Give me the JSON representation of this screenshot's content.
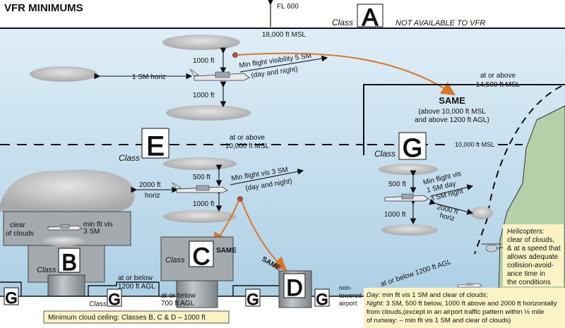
{
  "title": "VFR MINIMUMS",
  "fl600": "FL 600",
  "class_a": {
    "word": "Class",
    "letter": "A",
    "note": "NOT AVAILABLE TO VFR"
  },
  "msl_18000": "18,000 ft MSL",
  "upper": {
    "above": "1000 ft",
    "below": "1000 ft",
    "horiz": "1 SM horiz",
    "vis_line1": "Min flight visibility 5 SM",
    "vis_line2": "(day and night)"
  },
  "e_boundary": {
    "line1": "at or above",
    "line2": "10,000 ft MSL"
  },
  "class_e": {
    "word": "Class",
    "letter": "E"
  },
  "lower": {
    "above": "500 ft",
    "below": "1000 ft",
    "horiz1": "2000 ft",
    "horiz2": "horiz",
    "vis_line1": "Min flight vis 3 SM",
    "vis_line2": "(day and night)"
  },
  "g_upper": {
    "line1": "at or above",
    "line2": "14,500 ft MSL"
  },
  "same_big": {
    "title": "SAME",
    "line1": "(above 10,000 ft MSL",
    "line2": "and above 1200 ft AGL)"
  },
  "class_g": {
    "word": "Class",
    "letter": "G",
    "msl_10000": "10,000 ft MSL"
  },
  "g_box": {
    "above": "500 ft",
    "below": "1000 ft",
    "vis1": "Min flight vis",
    "vis2": "1 SM day",
    "vis3": "3 SM night",
    "h1": "2000 ft",
    "h2": "horiz"
  },
  "class_b": {
    "word": "Class",
    "letter": "B",
    "clear1": "clear",
    "clear2": "of clouds",
    "vis1": "min flt vis",
    "vis2": "3 SM"
  },
  "class_c": {
    "word": "Class",
    "letter": "C",
    "same": "SAME"
  },
  "class_d": {
    "letter": "D",
    "same": "SAME"
  },
  "g_labels": {
    "g1": "G",
    "g2": "G",
    "g3": "G",
    "g4": "G",
    "class_word": "Class"
  },
  "agl_1200": {
    "line1": "at or below",
    "line2": "1200 ft AGL"
  },
  "agl_700": {
    "line1": "at or below",
    "line2": "700 ft AGL"
  },
  "nontowered": {
    "line1": "non-",
    "line2": "towered",
    "line3": "airport"
  },
  "slope_label": "at or below 1200 ft AGL",
  "helicopters": {
    "title": "Helicopters:",
    "l1": "clear of clouds,",
    "l2": "& at a speed that",
    "l3": "allows adequate",
    "l4": "collision-avoid-",
    "l5": "ance time in",
    "l6": "the conditions"
  },
  "day_night": {
    "day_label": "Day:",
    "day_text": " min flt vis 1 SM and clear of clouds;",
    "night_label": "Night:",
    "night_text": " 3 SM, 500 ft below, 1000 ft above and 2000 ft horizontally",
    "l3": "from clouds,(except in an airport traffic pattern within ½ mile",
    "l4": "of runway: – min flt vis 1 SM and clear of clouds)"
  },
  "ceiling_note": "Minimum cloud ceiling: Classes B, C & D – 1000 ft",
  "colors": {
    "sky_top": "#cfe3f0",
    "sky_bottom": "#a9cde3",
    "cloud": "#c4c4c4",
    "structure": "#9aa0a4",
    "structure_dark": "#6e7478",
    "terrain": "#a9c8a0",
    "arrow_orange": "#d9772b",
    "note_bg": "#fbf3c6"
  }
}
